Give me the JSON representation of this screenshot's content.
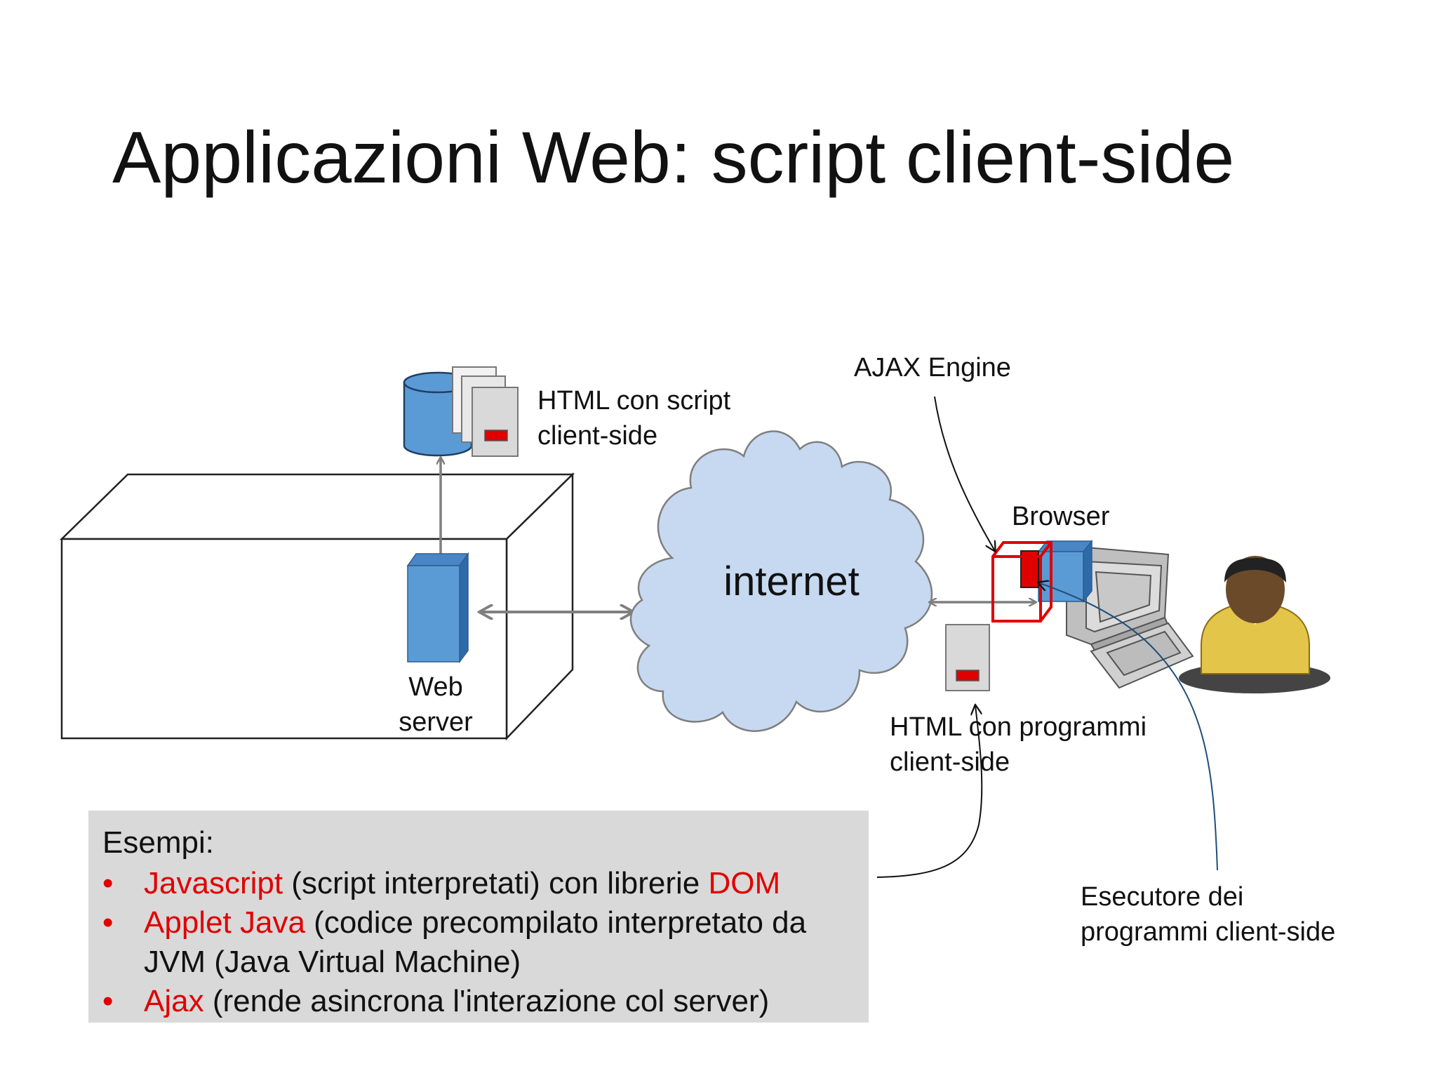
{
  "title": "Applicazioni Web: script client-side",
  "labels": {
    "html_script_line1": "HTML con script",
    "html_script_line2": "client-side",
    "web_line1": "Web",
    "web_line2": "server",
    "internet": "internet",
    "ajax_engine": "AJAX Engine",
    "browser": "Browser",
    "html_prog_line1": "HTML con programmi",
    "html_prog_line2": "client-side",
    "esecutore_line1": "Esecutore dei",
    "esecutore_line2": "programmi client-side"
  },
  "examples": {
    "heading": "Esempi:",
    "bullet": "•",
    "items": [
      {
        "hl1": "Javascript",
        "t1": " (script interpretati) con librerie ",
        "hl2": "DOM"
      },
      {
        "hl1": "Applet Java",
        "t1": " (codice precompilato interpretato da JVM (Java Virtual Machine)"
      },
      {
        "hl1": "Ajax",
        "t1": " (rende asincrona l'interazione col server)"
      }
    ]
  },
  "colors": {
    "highlight": "#e00000",
    "server_blue": "#5b9bd5",
    "cloud_fill": "#c6d9f1",
    "box_gray": "#d9d9d9",
    "arrow_gray": "#7f7f7f",
    "ajax_red": "#e00000",
    "leader_blue": "#1f4e79"
  },
  "icons": [
    "database-icon",
    "document-stack-icon",
    "server-icon",
    "cloud-icon",
    "document-icon",
    "ajax-engine-icon",
    "computer-icon",
    "user-icon"
  ]
}
